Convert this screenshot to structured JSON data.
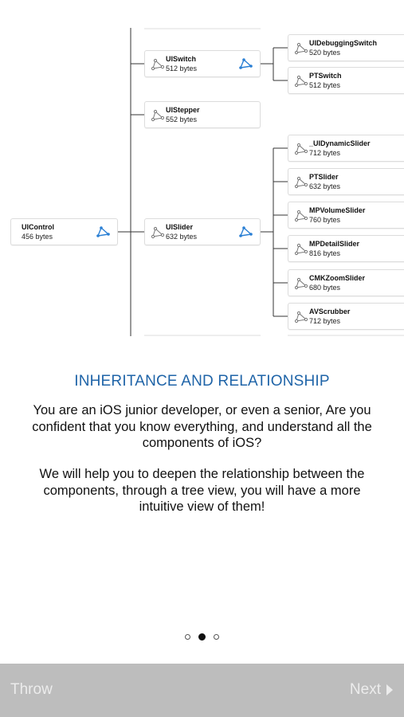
{
  "tree": {
    "root": {
      "name": "UIControl",
      "size": "456 bytes"
    },
    "children": [
      {
        "name": "UISwitch",
        "size": "512 bytes"
      },
      {
        "name": "UIStepper",
        "size": "552 bytes"
      },
      {
        "name": "UISlider",
        "size": "632 bytes"
      }
    ],
    "switch_subclasses": [
      {
        "name": "UIDebuggingSwitch",
        "size": "520 bytes"
      },
      {
        "name": "PTSwitch",
        "size": "512 bytes"
      }
    ],
    "slider_subclasses": [
      {
        "name": "_UIDynamicSlider",
        "size": "712 bytes"
      },
      {
        "name": "PTSlider",
        "size": "632 bytes"
      },
      {
        "name": "MPVolumeSlider",
        "size": "760 bytes"
      },
      {
        "name": "MPDetailSlider",
        "size": "816 bytes"
      },
      {
        "name": "CMKZoomSlider",
        "size": "680 bytes"
      },
      {
        "name": "AVScrubber",
        "size": "712 bytes"
      }
    ]
  },
  "intro": {
    "title": "INHERITANCE AND RELATIONSHIP",
    "paragraph1": "You are an iOS junior developer, or even a senior, Are you confident that you know everything, and understand all the components of iOS?",
    "paragraph2": "We will help you to deepen the relationship between the components, through a tree view, you will have a more intuitive view of them!"
  },
  "pager": {
    "current": 2,
    "total": 3
  },
  "footer": {
    "throw_label": "Throw",
    "next_label": "Next"
  },
  "colors": {
    "accent": "#1f64a8",
    "footer_bg": "#bdbdbd",
    "footer_text": "#ececec",
    "tree_icon_blue": "#2a7fd4"
  },
  "icons": {
    "node": "inheritance-graph-icon",
    "expand": "inheritance-graph-icon-blue",
    "next": "chevron-right-icon"
  }
}
